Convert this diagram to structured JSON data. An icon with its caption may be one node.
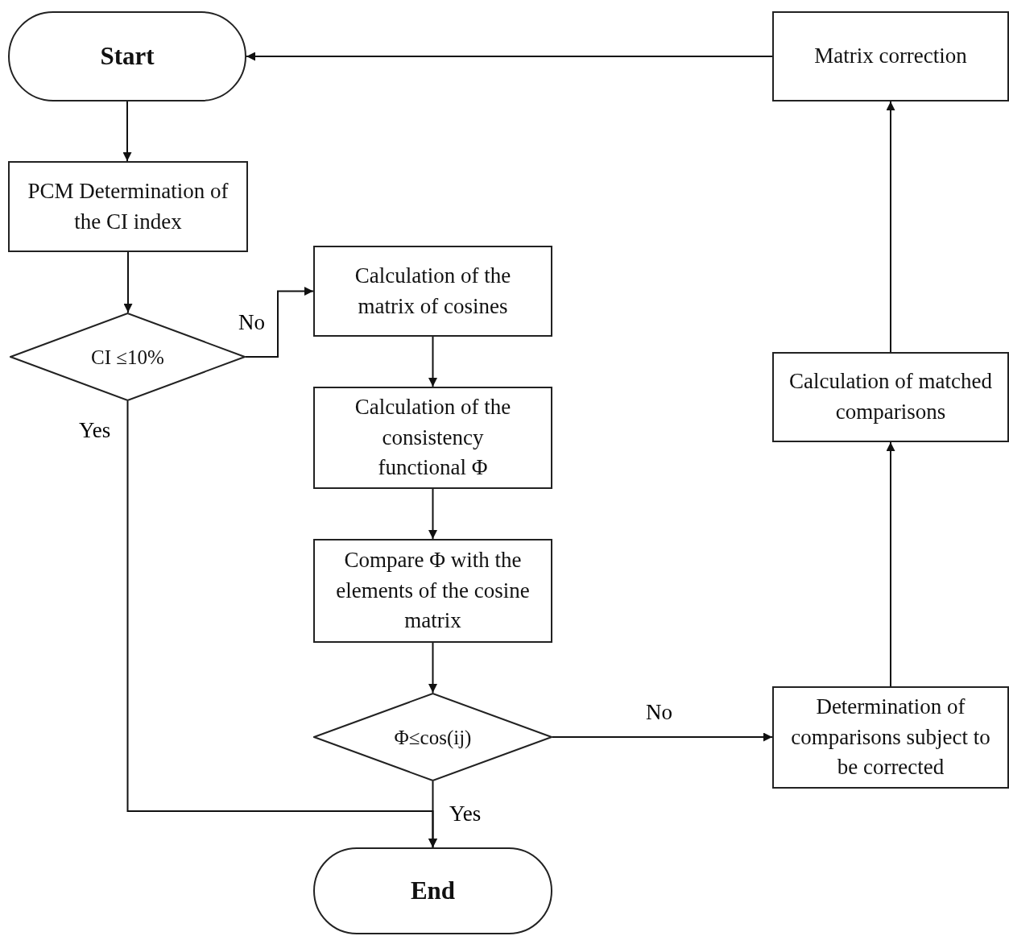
{
  "diagram": {
    "nodes": [
      {
        "text": [
          "Start"
        ]
      },
      {
        "text": [
          "PCM Determination of the CI index"
        ]
      },
      {
        "text": [
          "CI ≤10%"
        ]
      },
      {
        "text": [
          "Calculation of the matrix of cosines"
        ]
      },
      {
        "text": [
          "Calculation of the consistency functional Φ"
        ]
      },
      {
        "text": [
          "Compare Φ with the elements of the cosine matrix"
        ]
      },
      {
        "text": [
          "Φ≤cos(ij)"
        ]
      },
      {
        "text": [
          "End"
        ]
      },
      {
        "text": [
          "Determination of comparisons subject to be corrected"
        ]
      },
      {
        "text": [
          "Calculation of matched comparisons"
        ]
      },
      {
        "text": [
          "Matrix correction"
        ]
      }
    ],
    "edges": [
      {
        "from": 0,
        "to": 1,
        "arrow": "to"
      },
      {
        "from": 1,
        "to": 2,
        "arrow": "to"
      },
      {
        "from": 2,
        "to": 3,
        "arrow": "to",
        "label": "No"
      },
      {
        "from": 3,
        "to": 4,
        "arrow": "to"
      },
      {
        "from": 4,
        "to": 5,
        "arrow": "to"
      },
      {
        "from": 5,
        "to": 6,
        "arrow": "to"
      },
      {
        "from": 6,
        "to": 7,
        "arrow": "to",
        "label": "Yes"
      },
      {
        "from": 2,
        "to": 7,
        "arrow": "to",
        "label": "Yes"
      },
      {
        "from": 6,
        "to": 8,
        "arrow": "to",
        "label": "No"
      },
      {
        "from": 8,
        "to": 9,
        "arrow": "to"
      },
      {
        "from": 9,
        "to": 10,
        "arrow": "to"
      },
      {
        "from": 10,
        "to": 0,
        "arrow": "to"
      }
    ]
  }
}
